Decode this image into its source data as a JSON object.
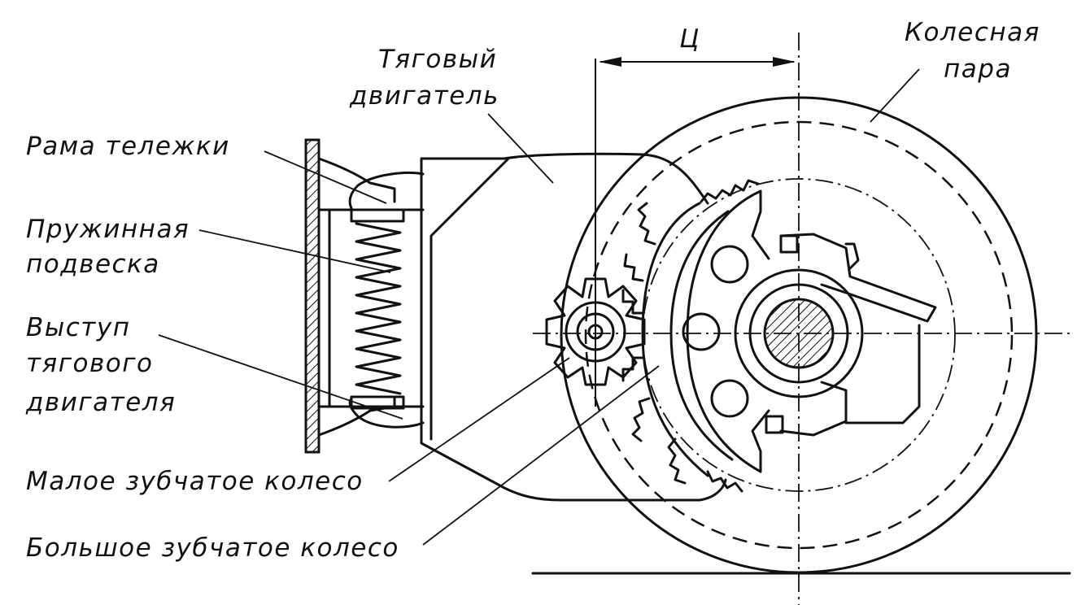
{
  "labels": {
    "traction_motor_line1": "Тяговый",
    "traction_motor_line2": "двигатель",
    "wheelset_line1": "Колесная",
    "wheelset_line2": "пара",
    "bogie_frame": "Рама тележки",
    "spring_suspension_line1": "Пружинная",
    "spring_suspension_line2": "подвеска",
    "motor_lug_line1": "Выступ",
    "motor_lug_line2": "тягового",
    "motor_lug_line3": "двигателя",
    "small_gear": "Малое зубчатое колесо",
    "large_gear": "Большое зубчатое колесо",
    "center_distance": "Ц"
  }
}
